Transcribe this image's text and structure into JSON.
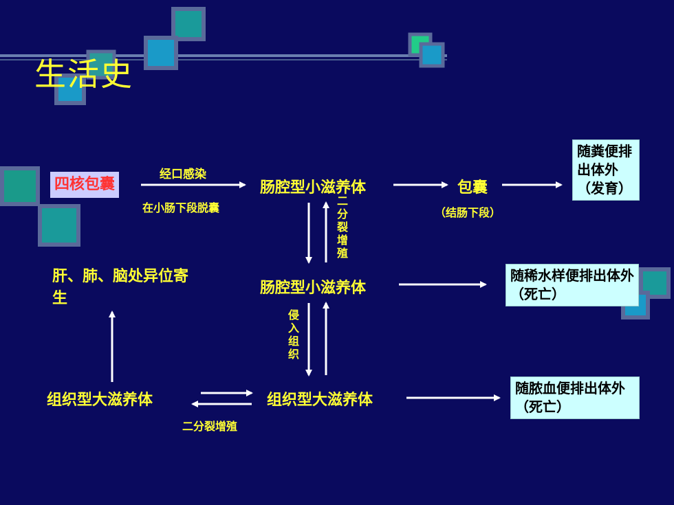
{
  "title": "生活史",
  "nodes": {
    "cyst_start": "四核包囊",
    "trophozoite_small_1": "肠腔型小滋养体",
    "cyst": "包囊",
    "trophozoite_small_2": "肠腔型小滋养体",
    "ectopic": "肝、肺、脑处异位寄生",
    "tissue_large_left": "组织型大滋养体",
    "tissue_large_right": "组织型大滋养体"
  },
  "labels": {
    "oral_infection": "经口感染",
    "excyst_small_intestine": "在小肠下段脱囊",
    "colon_lower": "（结肠下段）",
    "binary_fission_vertical": "二分裂增殖",
    "invade_tissue": "侵入组织",
    "binary_fission_horizontal": "二分裂增殖"
  },
  "outcomes": {
    "feces_develop": "随粪便排出体外（发育）",
    "watery_stool_die": "随稀水样便排出体外（死亡）",
    "pus_blood_die": "随脓血便排出体外（死亡）"
  },
  "colors": {
    "background": "#0a0a5e",
    "text": "#ffff33",
    "arrow": "#ffffff",
    "box": "#ccffff",
    "start_box": "#ccccff",
    "start_text": "#ff3333"
  }
}
